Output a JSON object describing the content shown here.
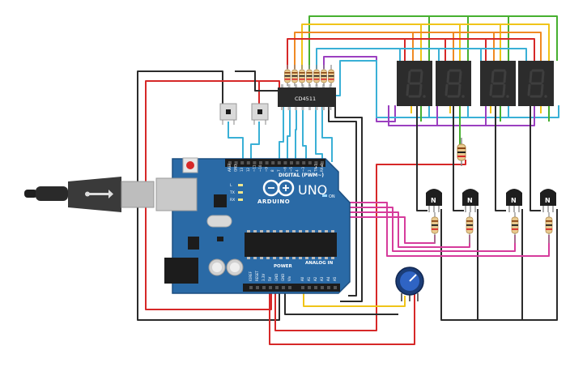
{
  "board": {
    "brand": "ARDUINO",
    "model": "UNO",
    "digital_label": "DIGITAL (PWM~)",
    "analog_label": "ANALOG IN",
    "power_label": "POWER",
    "on_label": "ON",
    "pins_top": [
      "AREF",
      "GND",
      "13",
      "12",
      "~11",
      "~10",
      "~9",
      "8",
      "7",
      "~6",
      "~5",
      "4",
      "~3",
      "2",
      "TX▸1",
      "RX◂0"
    ],
    "pins_power": [
      "IOREF",
      "RESET",
      "3.3V",
      "5V",
      "GND",
      "GND",
      "Vin"
    ],
    "pins_analog": [
      "A0",
      "A1",
      "A2",
      "A3",
      "A4",
      "A5"
    ],
    "leds": [
      "L",
      "TX",
      "RX"
    ]
  },
  "decoder": {
    "label": "CD4511"
  },
  "transistors": {
    "label": "N"
  },
  "colors": {
    "board": "#2a6aa6",
    "wire_red": "#d62828",
    "wire_black": "#2b2b2b",
    "wire_green": "#47b030",
    "wire_yellow": "#f0c419",
    "wire_orange": "#f08a24",
    "wire_cyan": "#3ab0d6",
    "wire_purple": "#9b3fc0",
    "wire_magenta": "#d63c9c",
    "display": "#2c2c2c",
    "segment": "#3e3e3e"
  }
}
